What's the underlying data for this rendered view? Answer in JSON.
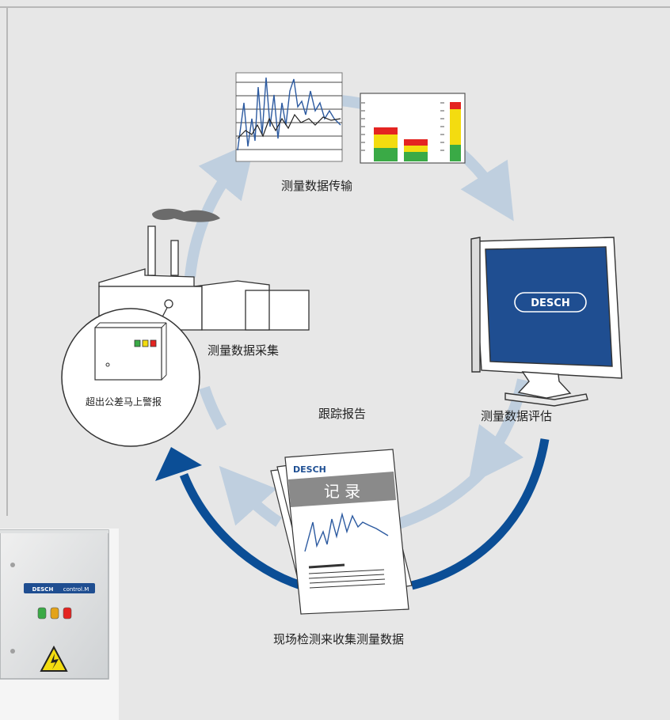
{
  "labels": {
    "transmission": "测量数据传输",
    "collection": "测量数据采集",
    "evaluation": "测量数据评估",
    "tracking_report": "跟踪报告",
    "onsite": "现场检测来收集测量数据",
    "alarm": "超出公差马上警报"
  },
  "brand": {
    "logo_text": "DESCH",
    "control_text": "control.M",
    "report_header": "DESCH",
    "report_title": "记 录"
  },
  "colors": {
    "background": "#e7e7e7",
    "cycle_arrow": "#bfcfdf",
    "feedback_arrow": "#0b4e96",
    "brand_blue": "#1e4f93",
    "bar_red": "#e42421",
    "bar_yellow": "#f3dc10",
    "bar_green": "#3aaa46"
  },
  "icons": [
    "factory-icon",
    "control-box-icon",
    "line-chart-icon",
    "bar-chart-icon",
    "monitor-icon",
    "report-icon",
    "warning-icon"
  ]
}
